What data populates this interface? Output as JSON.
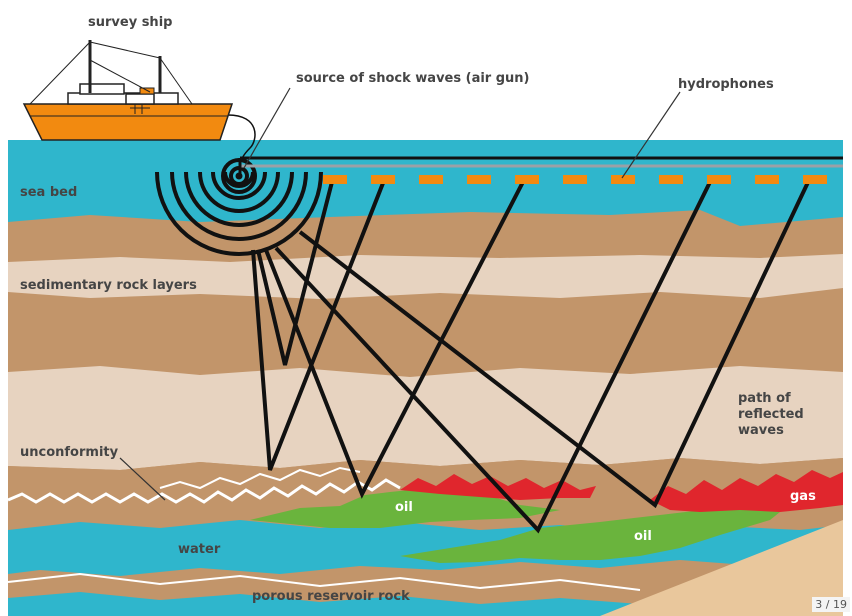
{
  "labels": {
    "survey_ship": "survey ship",
    "air_gun": "source of shock waves (air gun)",
    "hydrophones": "hydrophones",
    "sea_bed": "sea bed",
    "sedimentary": "sedimentary rock layers",
    "reflected_1": "path of",
    "reflected_2": "reflected",
    "reflected_3": "waves",
    "unconformity": "unconformity",
    "oil_left": "oil",
    "oil_right": "oil",
    "gas": "gas",
    "water": "water",
    "reservoir": "porous reservoir rock"
  },
  "page_indicator": "3 / 19",
  "colors": {
    "sea": "#2fb6cc",
    "rock_dark": "#c2956a",
    "rock_light": "#e7d3c0",
    "oil": "#6ab43d",
    "gas": "#e0262d",
    "ship_hull": "#f28a10",
    "hydrophone": "#f28a10",
    "ray": "#111111",
    "label": "#454545"
  }
}
